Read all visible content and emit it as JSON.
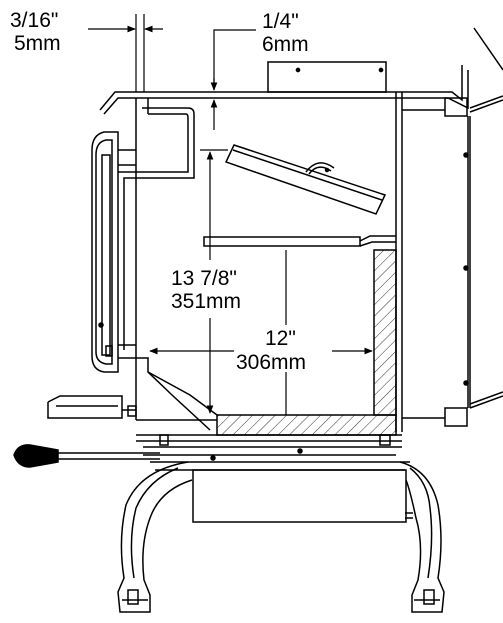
{
  "diagram": {
    "dimensions": {
      "top_gap": {
        "imperial": "3/16\"",
        "metric": "5mm"
      },
      "top_clearance": {
        "imperial": "1/4\"",
        "metric": "6mm"
      },
      "firebox_height": {
        "imperial": "13 7/8\"",
        "metric": "351mm"
      },
      "firebox_depth": {
        "imperial": "12\"",
        "metric": "306mm"
      }
    },
    "colors": {
      "line": "#000000",
      "background": "#ffffff"
    }
  }
}
